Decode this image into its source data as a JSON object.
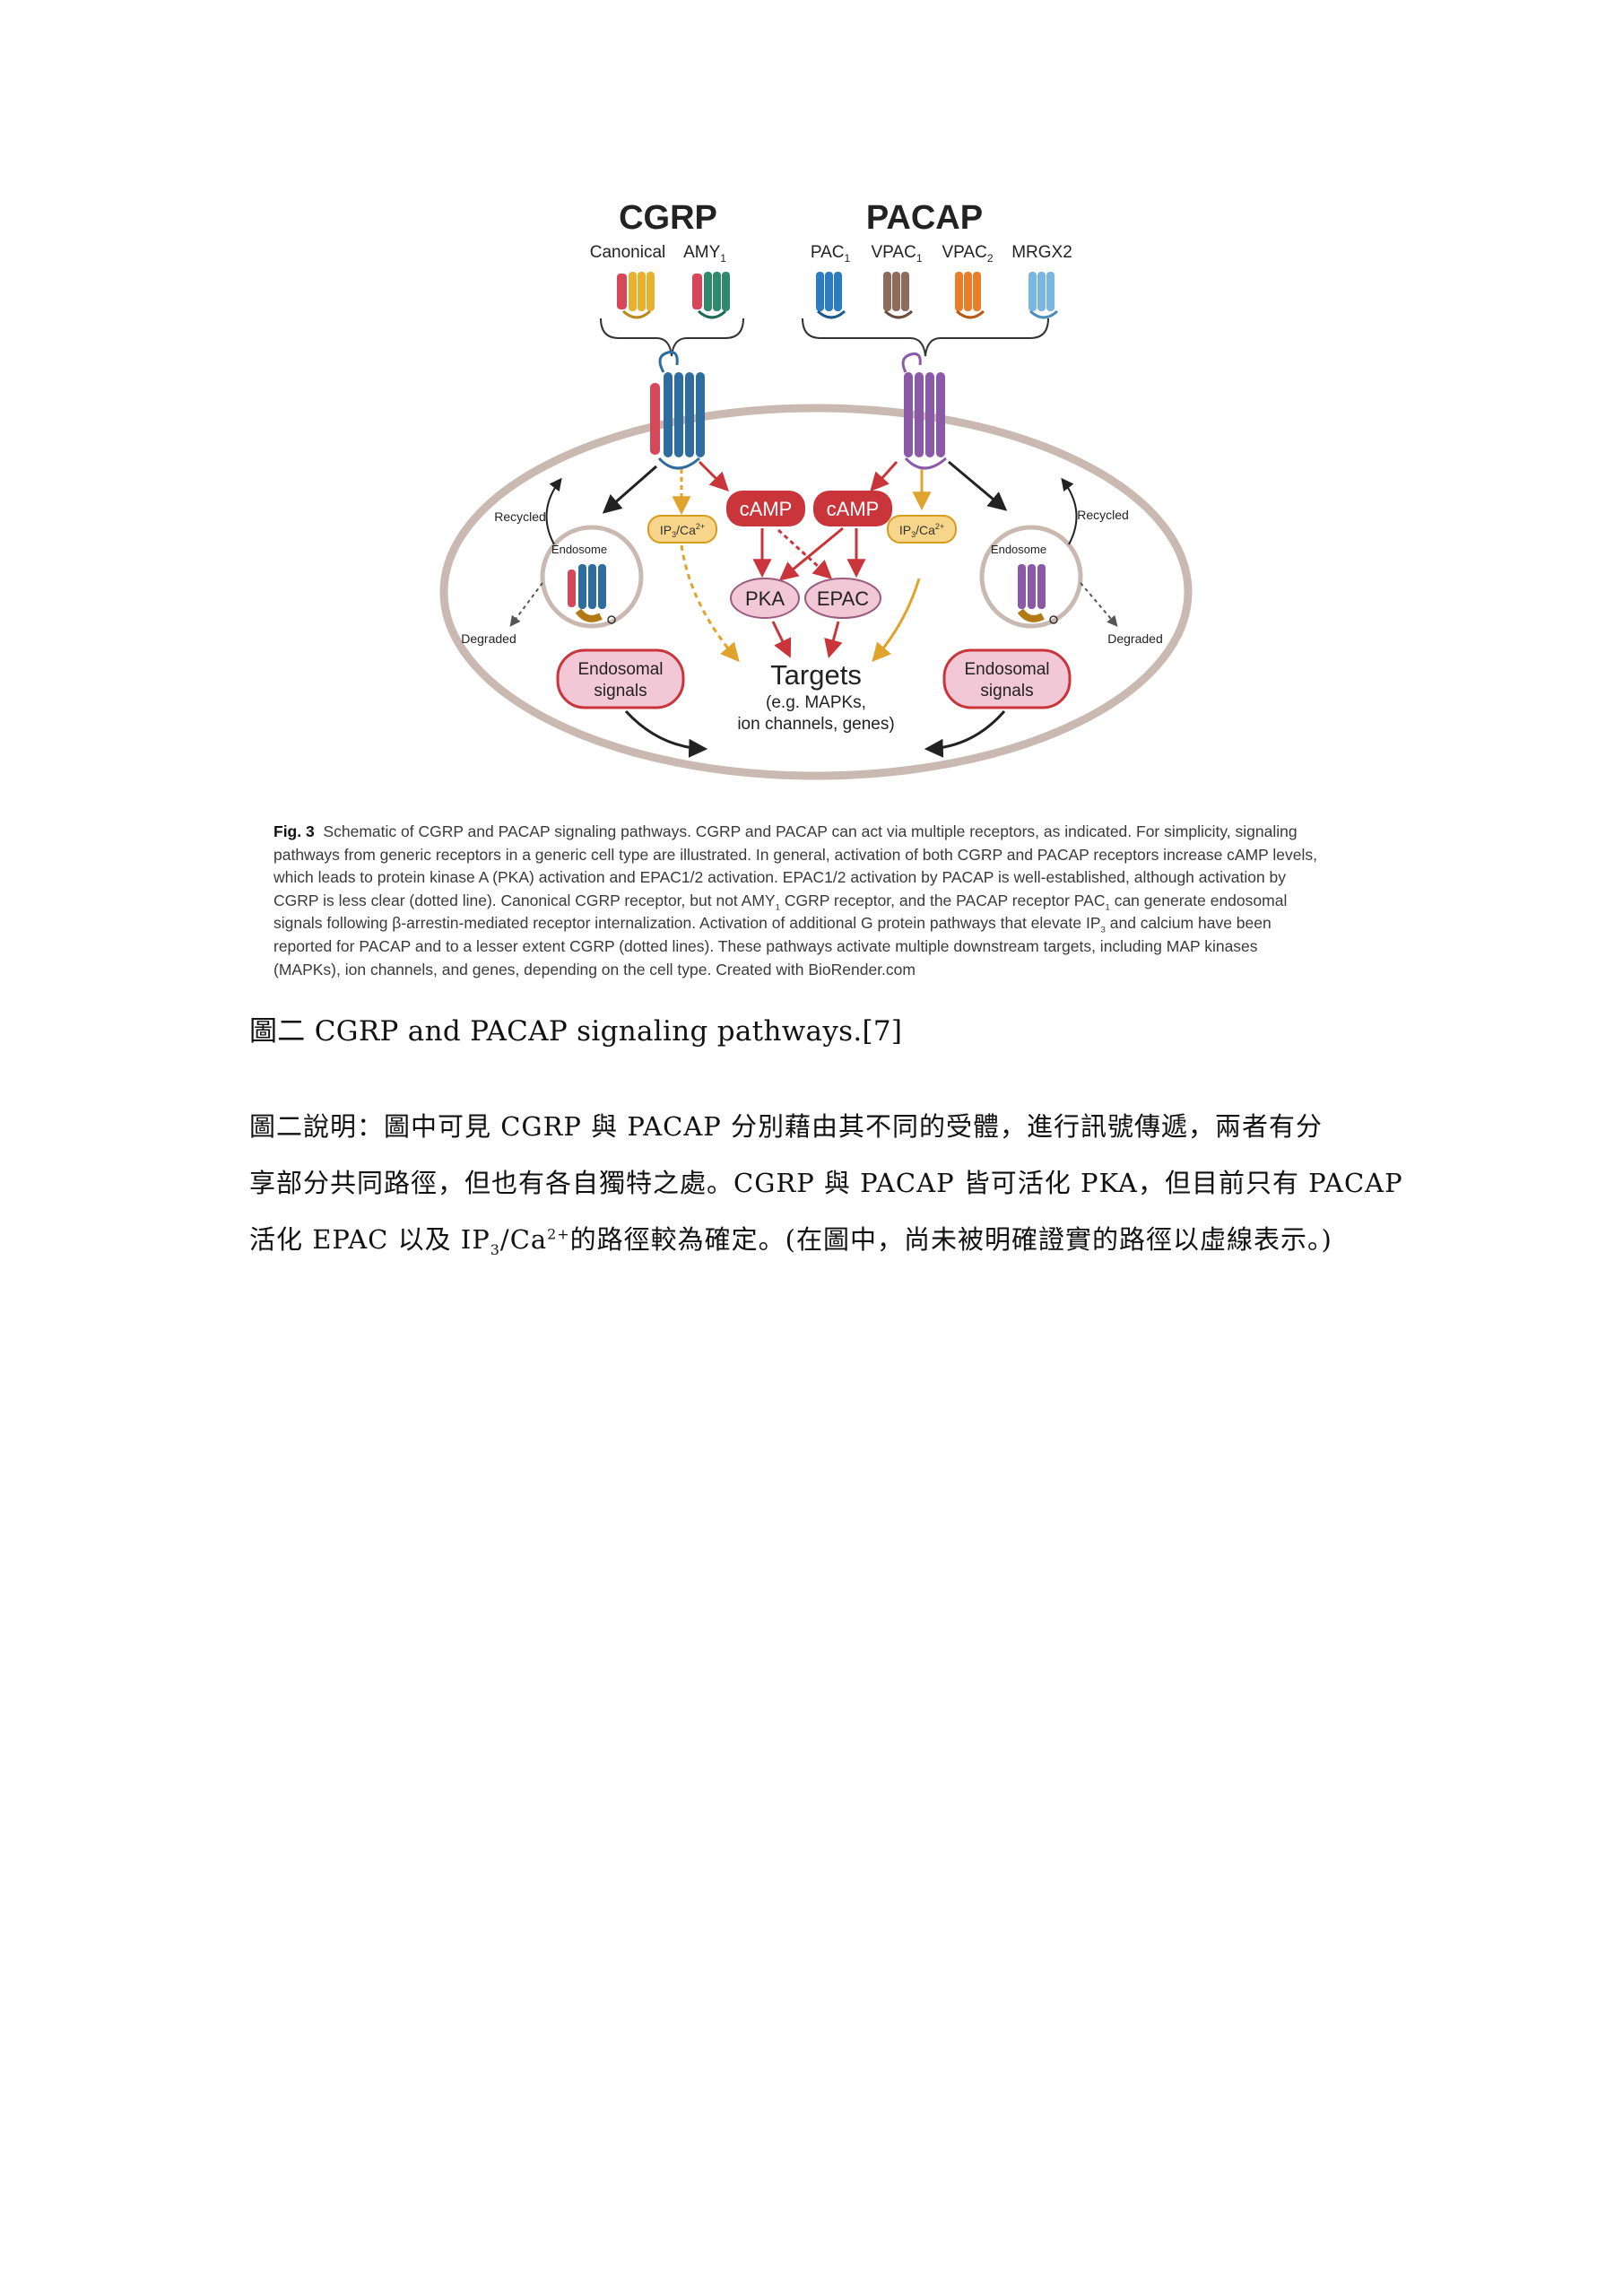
{
  "diagram": {
    "title_left": "CGRP",
    "title_right": "PACAP",
    "receptors_cgrp": {
      "canonical": "Canonical",
      "amy_main": "AMY",
      "amy_sub": "1"
    },
    "receptors_pacap": {
      "pac_main": "PAC",
      "pac_sub": "1",
      "vpac1_main": "VPAC",
      "vpac1_sub": "1",
      "vpac2_main": "VPAC",
      "vpac2_sub": "2",
      "mrgx2": "MRGX2"
    },
    "camp": "cAMP",
    "pka": "PKA",
    "epac": "EPAC",
    "ip3_main": "IP",
    "ip3_sub": "3",
    "ca_main": "/Ca",
    "ca_sup": "2+",
    "recycled": "Recycled",
    "endosome": "Endosome",
    "degraded": "Degraded",
    "endosomal_line1": "Endosomal",
    "endosomal_line2": "signals",
    "targets": "Targets",
    "targets_sub1": "(e.g. MAPKs,",
    "targets_sub2": "ion channels, genes)",
    "colors": {
      "cgrp_receptor_blue": "#2e6d9e",
      "ramp_red": "#d7475a",
      "pacap_receptor_purple": "#8a5aa8",
      "camp_red": "#c9353a",
      "ip3_orange": "#e0a32c",
      "pink_fill": "#f3c8d6",
      "cell_border": "#c9b9b1"
    }
  },
  "caption": {
    "label": "Fig. 3",
    "line1": "Schematic of CGRP and PACAP signaling pathways. CGRP and PACAP can act via multiple receptors, as indicated. For simplicity, signaling",
    "line2": "pathways from generic receptors in a generic cell type are illustrated. In general, activation of both CGRP and PACAP receptors increase cAMP levels,",
    "line3": "which leads to protein kinase A (PKA) activation and EPAC1/2 activation. EPAC1/2 activation by PACAP is well-established, although activation by",
    "line4a": "CGRP is less clear (dotted line). Canonical CGRP receptor, but not AMY",
    "line4sub": "1",
    "line4b": " CGRP receptor, and the PACAP receptor PAC",
    "line4sub2": "1",
    "line4c": " can generate endosomal",
    "line5a": "signals following β-arrestin-mediated receptor internalization. Activation of additional G protein pathways that elevate IP",
    "line5sub": "3",
    "line5b": " and calcium have been",
    "line6": "reported for PACAP and to a lesser extent CGRP (dotted lines). These pathways activate multiple downstream targets, including MAP kinases",
    "line7": "(MAPKs), ion channels, and genes, depending on the cell type. Created with BioRender.com"
  },
  "figure_title": "圖二 CGRP and PACAP signaling pathways.[7]",
  "explanation": {
    "line1": "圖二說明：圖中可見 CGRP 與 PACAP 分別藉由其不同的受體，進行訊號傳遞，兩者有分",
    "line2": "享部分共同路徑，但也有各自獨特之處。CGRP 與 PACAP 皆可活化 PKA，但目前只有 PACAP",
    "line3a": "活化 EPAC 以及 IP",
    "line3sub": "3",
    "line3b": "/Ca",
    "line3sup": "2+",
    "line3c": "的路徑較為確定。(在圖中，尚未被明確證實的路徑以虛線表示。)"
  }
}
